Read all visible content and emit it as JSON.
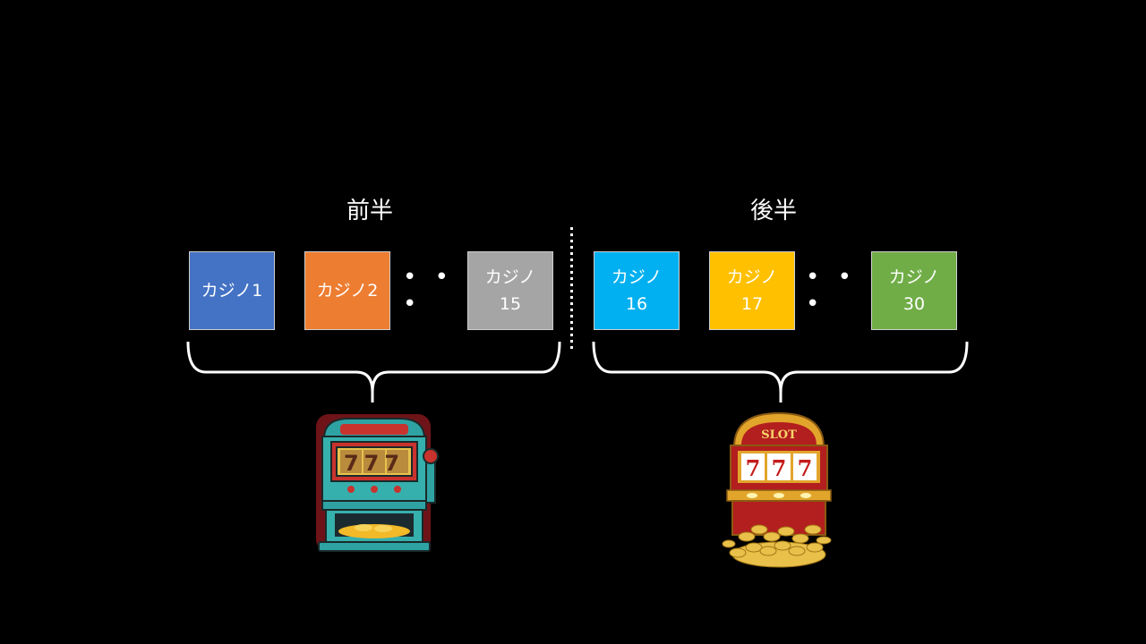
{
  "headings": {
    "first_half": "前半",
    "second_half": "後半"
  },
  "first_half_boxes": [
    {
      "line1": "カジノ1",
      "line2": "",
      "color": "#4472C4"
    },
    {
      "line1": "カジノ2",
      "line2": "",
      "color": "#ED7D31"
    },
    {
      "line1": "カジノ",
      "line2": "15",
      "color": "#A5A5A5"
    }
  ],
  "second_half_boxes": [
    {
      "line1": "カジノ",
      "line2": "16",
      "color": "#00B0F0"
    },
    {
      "line1": "カジノ",
      "line2": "17",
      "color": "#FFC000"
    },
    {
      "line1": "カジノ",
      "line2": "30",
      "color": "#70AD47"
    }
  ],
  "ellipsis": "• • •",
  "slot_sign": "SLOT",
  "slot_reels": "777"
}
